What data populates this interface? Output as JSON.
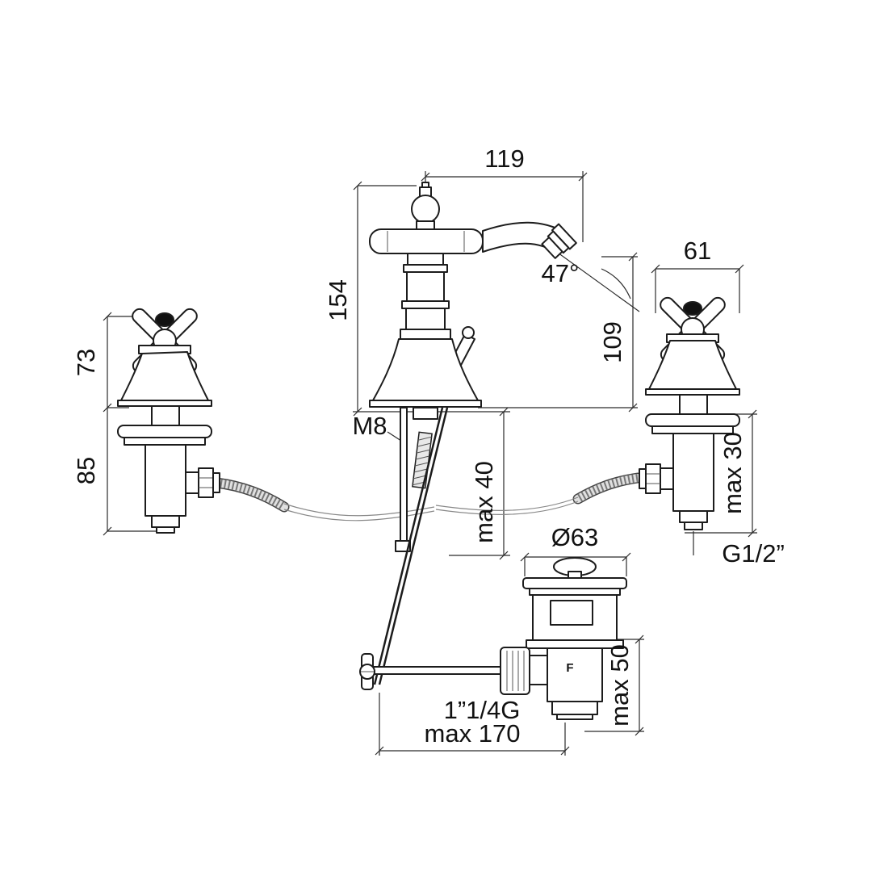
{
  "drawing": {
    "type": "technical-dimension-diagram",
    "subject": "3-hole bidet mixer tap with pop-up waste",
    "background": "#ffffff",
    "line_color": "#1c1c1c",
    "dim_color": "#2b2b2b"
  },
  "labels": {
    "dim_119": "119",
    "dim_154": "154",
    "angle_47": "47°",
    "dim_61": "61",
    "dim_109": "109",
    "dim_73": "73",
    "dim_85": "85",
    "thread_m8": "M8",
    "max_40": "max 40",
    "dia_63": "Ø63",
    "max_30": "max 30",
    "thread_g12": "G1/2”",
    "max_50": "max 50",
    "thread_114g": "1”1/4G",
    "max_170": "max 170",
    "drain_mark": "F"
  }
}
